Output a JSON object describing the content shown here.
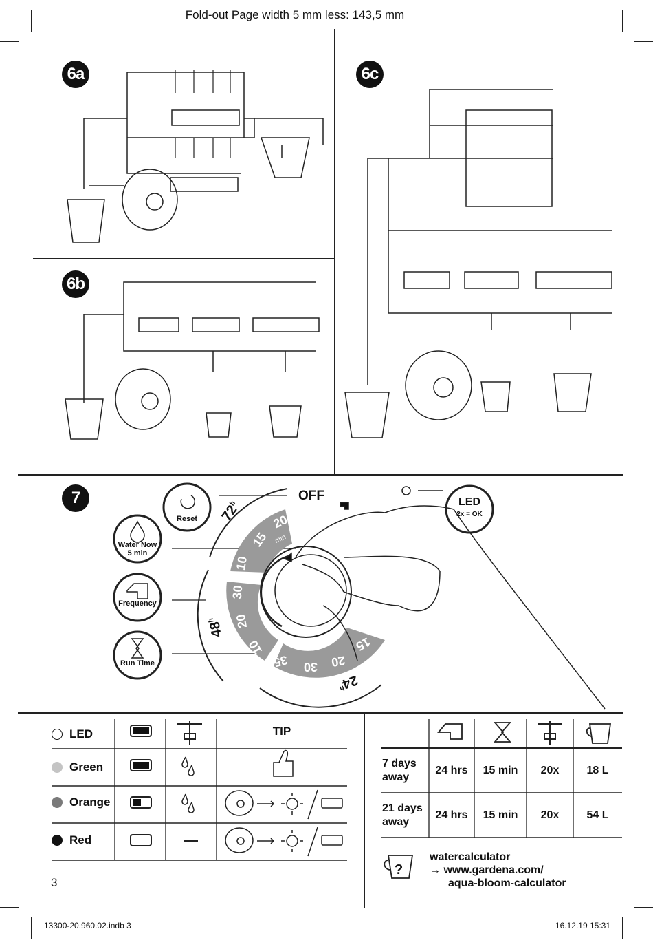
{
  "header": {
    "title": "Fold-out Page width 5 mm less: 143,5 mm"
  },
  "sections": {
    "s6a": "6a",
    "s6b": "6b",
    "s6c": "6c",
    "s7": "7"
  },
  "dial": {
    "off_label": "OFF",
    "buttons": [
      {
        "label": "Reset",
        "icon": "reset-icon"
      },
      {
        "label": "Water Now",
        "sub": "5 min",
        "icon": "water-drop-icon"
      },
      {
        "label": "Frequency",
        "icon": "calendar-icon"
      },
      {
        "label": "Run Time",
        "icon": "hourglass-icon"
      }
    ],
    "led": {
      "label": "LED",
      "sub": "2x = OK"
    },
    "groups": [
      {
        "interval": "72",
        "unit": "h",
        "times": [
          "10",
          "15",
          "20"
        ]
      },
      {
        "interval": "48",
        "unit": "h",
        "times": [
          "10",
          "20",
          "30"
        ]
      },
      {
        "interval": "24",
        "unit": "h",
        "times": [
          "15",
          "20",
          "30",
          "35"
        ]
      }
    ],
    "min_label": "min",
    "band_color": "#9a9a9a"
  },
  "led_table": {
    "headers": [
      "LED",
      "battery-full-icon",
      "dripper-icon",
      "TIP"
    ],
    "rows": [
      {
        "led": "Green",
        "color": "#c4c4c4",
        "battery": "full",
        "water": "drops-icon",
        "tip": "thumbs-up-icon"
      },
      {
        "led": "Orange",
        "color": "#7a7a7a",
        "battery": "half",
        "water": "drops-icon",
        "tip": "place-in-sun-or-charge"
      },
      {
        "led": "Red",
        "color": "#111111",
        "battery": "empty",
        "water": "—",
        "tip": "place-in-sun-or-charge"
      }
    ]
  },
  "away_table": {
    "headers": [
      "calendar-icon",
      "hourglass-icon",
      "dripper-icon",
      "bucket-icon"
    ],
    "rows": [
      {
        "label": "7 days away",
        "frequency": "24 hrs",
        "run_time": "15 min",
        "drippers": "20x",
        "water": "18 L"
      },
      {
        "label": "21 days away",
        "frequency": "24 hrs",
        "run_time": "15 min",
        "drippers": "20x",
        "water": "54 L"
      }
    ]
  },
  "calculator": {
    "line1": "watercalculator",
    "line2": "→ www.gardena.com/",
    "line3": "aqua-bloom-calculator"
  },
  "page_number": "3",
  "footer": {
    "left": "13300-20.960.02.indb   3",
    "right": "16.12.19   15:31"
  }
}
